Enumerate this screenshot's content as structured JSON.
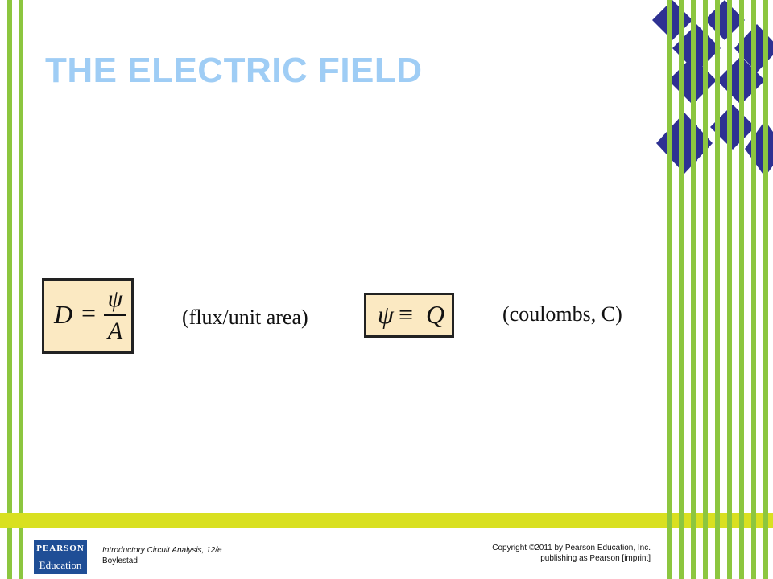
{
  "slide": {
    "title": "THE ELECTRIC FIELD",
    "equations": {
      "flux_density": {
        "lhs": "D",
        "op": "=",
        "numerator": "ψ",
        "denominator": "A",
        "note": "(flux/unit area)"
      },
      "flux_charge": {
        "lhs": "ψ",
        "op": "≡",
        "rhs": "Q",
        "note": "(coulombs, C)"
      }
    }
  },
  "footer": {
    "logo": {
      "top": "PEARSON",
      "bottom": "Education"
    },
    "book_title": "Introductory Circuit Analysis, 12/e",
    "author": "Boylestad",
    "copyright_line1": "Copyright ©2011 by Pearson Education, Inc.",
    "copyright_line2": "publishing as Pearson [imprint]"
  },
  "colors": {
    "title": "#9fcdf5",
    "green_stripe": "#8cc63f",
    "yellow_band": "#d9e021",
    "navy_diamond": "#2e3192",
    "equation_box": "#fbe9c2",
    "logo_blue": "#1f4e96"
  }
}
